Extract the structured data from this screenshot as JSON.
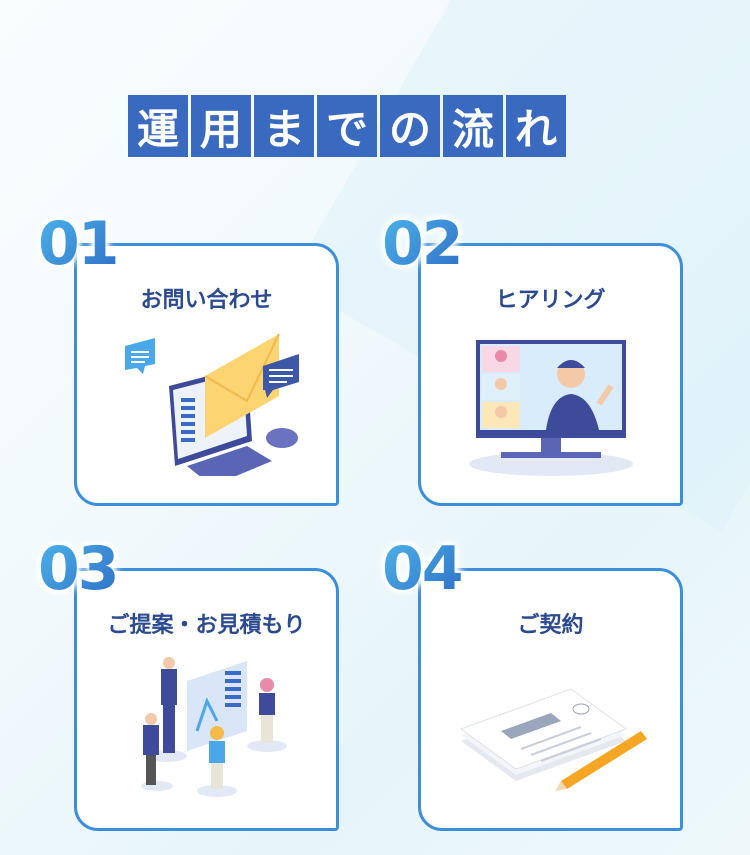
{
  "title_chars": [
    "運",
    "用",
    "ま",
    "で",
    "の",
    "流",
    "れ"
  ],
  "steps": [
    {
      "number": "01",
      "label": "お問い合わせ",
      "icon": "email-computer-icon"
    },
    {
      "number": "02",
      "label": "ヒアリング",
      "icon": "video-meeting-icon"
    },
    {
      "number": "03",
      "label": "ご提案・お見積もり",
      "icon": "presentation-team-icon"
    },
    {
      "number": "04",
      "label": "ご契約",
      "icon": "contract-document-icon"
    }
  ],
  "colors": {
    "title_bg": "#3a69c0",
    "border": "#3d8fdb",
    "label": "#2b4a8f"
  }
}
